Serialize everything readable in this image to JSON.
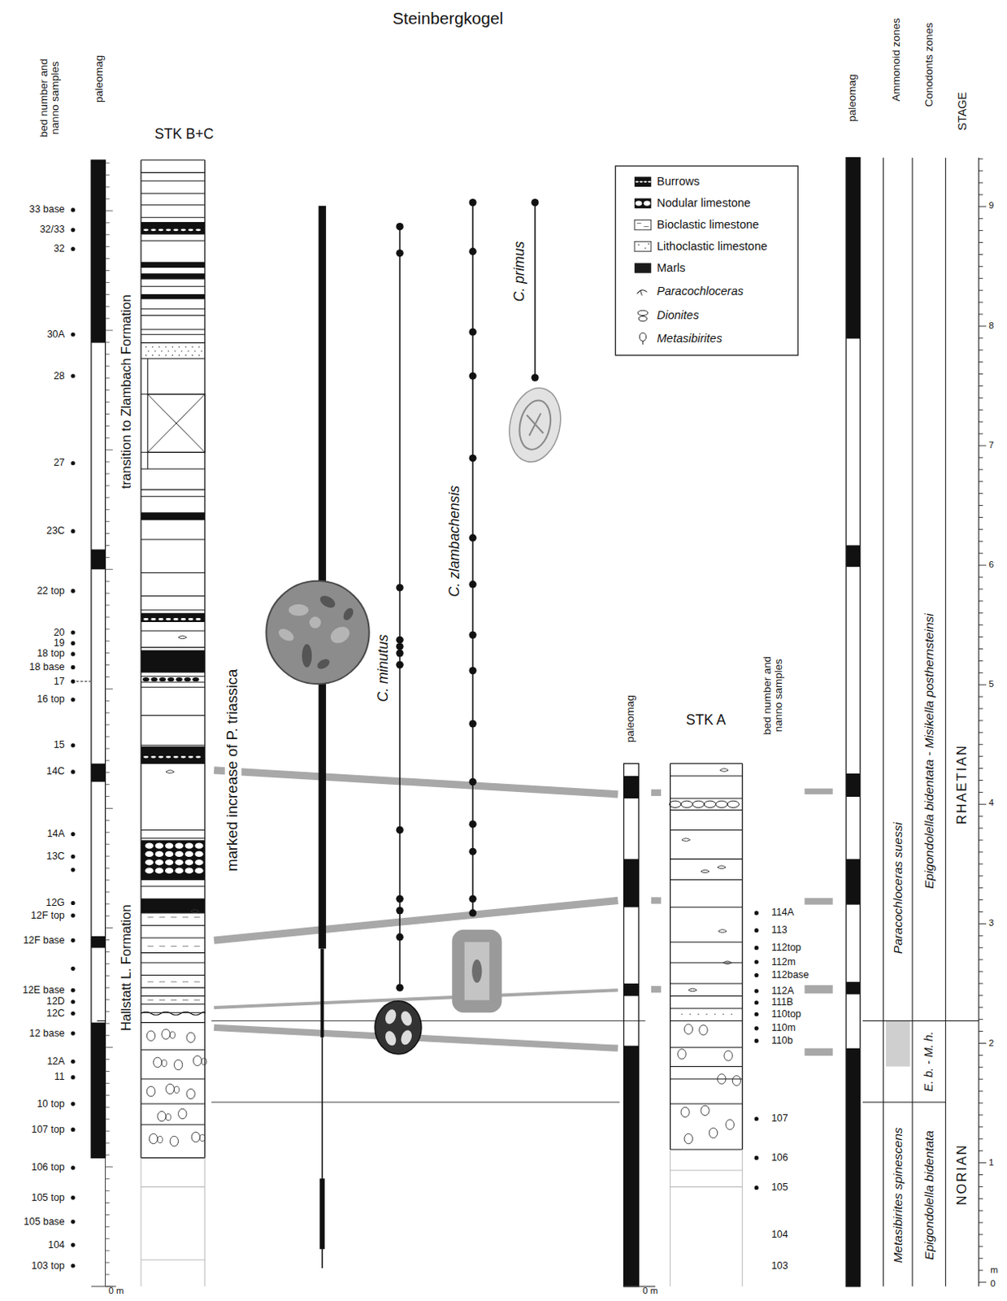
{
  "diagram": {
    "title": "Steinbergkogel",
    "nodes": [
      {
        "text": [
          "Paracochloceras suessi"
        ]
      },
      {
        "text": [
          "Metasibirites spinescens"
        ]
      },
      {
        "text": [
          "Epigondolella bidentata - Misikella posthernsteinsi"
        ]
      },
      {
        "text": [
          "E. b. - M. h."
        ]
      },
      {
        "text": [
          "Epigondolella bidentata"
        ]
      },
      {
        "text": [
          "RHAETIAN"
        ]
      },
      {
        "text": [
          "NORIAN"
        ]
      }
    ],
    "labels": [
      "bed number and nanno samples",
      "paleomag",
      "STK B+C",
      "33 base",
      "32/33",
      "32",
      "30A",
      "28",
      "27",
      "23C",
      "22 top",
      "20",
      "19",
      "18 top",
      "18 base",
      "17",
      "16 top",
      "15",
      "14C",
      "14A",
      "13C",
      "12G",
      "12F top",
      "12F base",
      "12E base",
      "12D",
      "12C",
      "12 base",
      "12A",
      "11",
      "10 top",
      "107 top",
      "106 top",
      "105 top",
      "105 base",
      "104",
      "103 top",
      "transition to Zlambach Formation",
      "Hallstatt L. Formation",
      "marked increase of P. triassica",
      "C. minutus",
      "C. zlambachensis",
      "C. primus",
      "STK A",
      "paleomag",
      "bed number and nanno samples",
      "114A",
      "113",
      "112top",
      "112m",
      "112base",
      "112A",
      "111B",
      "110top",
      "110m",
      "110b",
      "107",
      "106",
      "105",
      "104",
      "103",
      "0 m",
      "0 m",
      "paleomag",
      "Ammonoid zones",
      "Conodonts zones",
      "STAGE",
      "9",
      "8",
      "7",
      "6",
      "5",
      "4",
      "3",
      "2",
      "1",
      "m",
      "0"
    ],
    "legend": [
      {
        "text": "Burrows"
      },
      {
        "text": "Nodular limestone"
      },
      {
        "text": "Bioclastic limestone"
      },
      {
        "text": "Lithoclastic limestone"
      },
      {
        "text": "Marls",
        "color": "#1a1a1a"
      },
      {
        "text": "Paracochloceras"
      },
      {
        "text": "Dionites"
      },
      {
        "text": "Metasibirites"
      }
    ]
  }
}
